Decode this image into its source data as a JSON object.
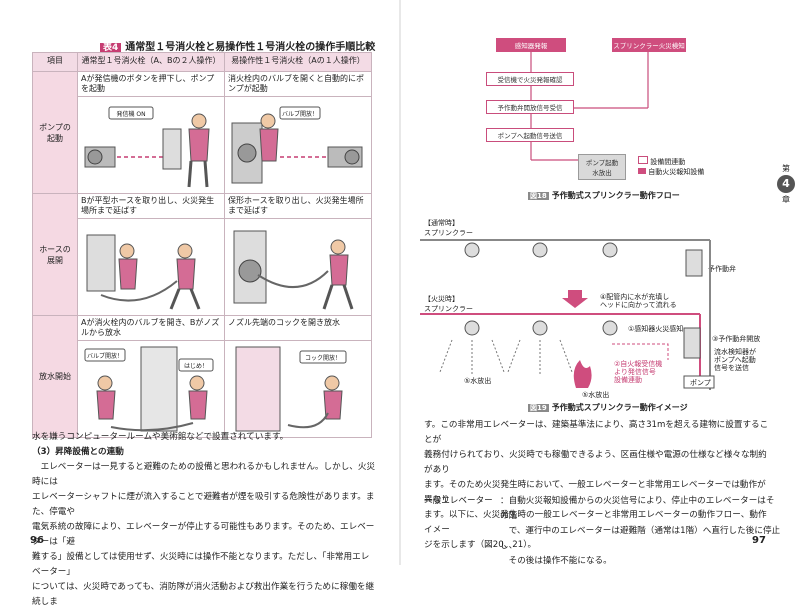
{
  "left": {
    "table_tag": "表4",
    "table_title": "通常型１号消火栓と易操作性１号消火栓の操作手順比較",
    "headers": [
      "項目",
      "通常型１号消火栓（A、Bの２人操作）",
      "易操作性１号消火栓（Aの１人操作）"
    ],
    "rows": [
      {
        "label": "ポンプの起動",
        "c1": "Aが発信機のボタンを押下し、ポンプを起動",
        "c2": "消火栓内のバルブを開くと自動的にポンプが起動",
        "bubble1": "発信機 ON",
        "bubble2": "バルブ開放！"
      },
      {
        "label": "ホースの展開",
        "c1": "Bが平型ホースを取り出し、火災発生場所まで延ばす",
        "c2": "保形ホースを取り出し、火災発生場所まで延ばす"
      },
      {
        "label": "放水開始",
        "c1": "Aが消火栓内のバルブを開き、Bがノズルから放水",
        "c2": "ノズル先端のコックを開き放水",
        "bubble1": "バルブ開放！",
        "bubble1b": "はじめ！",
        "bubble2": "コック開放！"
      }
    ],
    "body_lines": [
      "水を嫌うコンピュータールームや美術館などで設置されています。",
      "（3）昇降設備との連動",
      "　エレベーターは一見すると避難のための設備と思われるかもしれません。しかし、火災時には",
      "エレベーターシャフトに煙が流入することで避難者が煙を吸引する危険性があります。また、停電や",
      "電気系統の故障により、エレベーターが停止する可能性もあります。そのため、エレベーターは「避",
      "難する」設備としては使用せず、火災時には操作不能となります。ただし、「非常用エレベーター」",
      "については、火災時であっても、消防隊が消火活動および救出作業を行うために稼働を継続しま"
    ],
    "page_number": "96"
  },
  "right": {
    "flow": {
      "boxes": [
        "感知器発報",
        "スプリンクラー火災検知",
        "受信機で火災発報確認",
        "予作動弁開放信号受信",
        "ポンプへ起動信号送信",
        "ポンプ起動\n水放出"
      ],
      "legend": [
        "設備間連動",
        "自動火災報知設備"
      ],
      "caption_tag": "図18",
      "caption": "予作動式スプリンクラー動作フロー"
    },
    "diagram": {
      "normal_label": "【通常時】",
      "normal_sprinkler": "スプリンクラー",
      "valve": "予作動弁",
      "fire_label": "【火災時】",
      "fire_sprinkler": "スプリンクラー",
      "step4": "④配管内に水が充填し\nヘッドに向かって流れる",
      "step1": "①感知器火災感知",
      "step2": "②自火報受信機\nより発信信号\n設備連動",
      "step3": "③予作動弁開放",
      "step_pump": "流水検知器が\nポンプへ起動\n信号を送信",
      "step5": "⑤水放出",
      "pump": "ポンプ",
      "caption_tag": "図19",
      "caption": "予作動式スプリンクラー動作イメージ"
    },
    "chapter_top": "第",
    "chapter_num": "4",
    "chapter_bottom": "章",
    "body_lines": [
      "す。この非常用エレベーターは、建築基準法により、高さ31mを超える建物に設置することが",
      "義務付けられており、火災時でも稼働できるよう、区画住様や電源の仕様など様々な制約があり",
      "ます。そのため火災発生時において、一般エレベーターと非常用エレベーターでは動作が異なり",
      "ます。以下に、火災発生時の一般エレベーターと非常用エレベーターの動作フロー、動作イメー",
      "ジを示します（図20、21）。"
    ],
    "def_term": "一般エレベーター",
    "def_lines": [
      "：自動火災報知設備からの火災信号により、停止中のエレベーターはその階",
      "　で、運行中のエレベーターは避難階（通常は1階）へ直行した後に停止し、",
      "　その後は操作不能になる。"
    ],
    "page_number": "97"
  }
}
